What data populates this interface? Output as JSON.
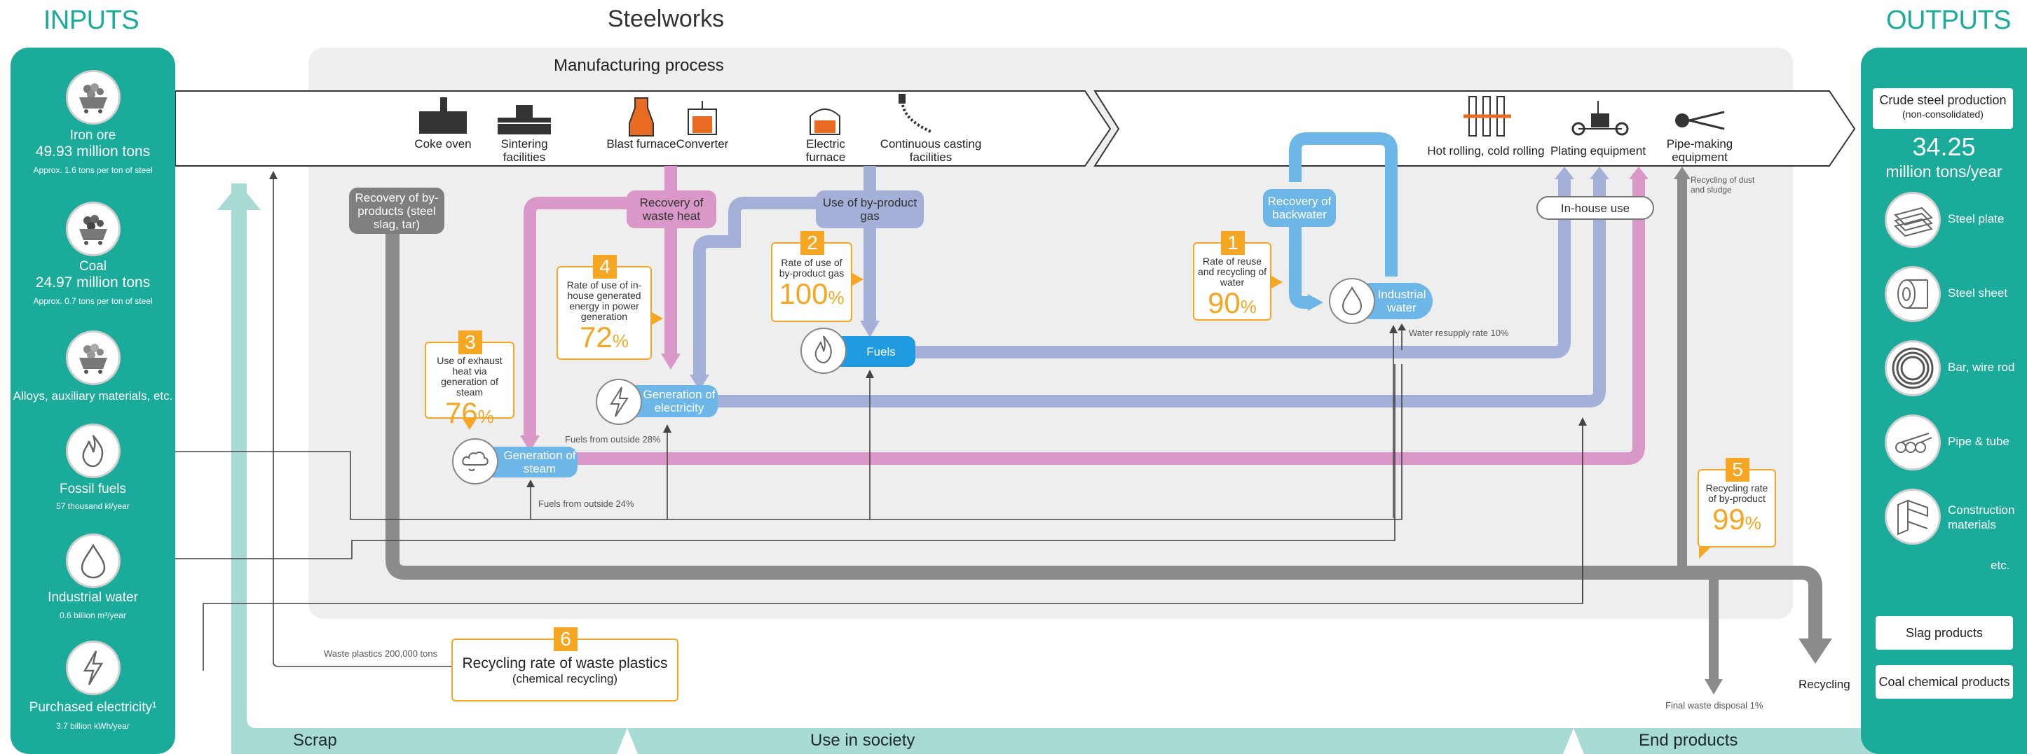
{
  "headers": {
    "inputs": "INPUTS",
    "steelworks": "Steelworks",
    "outputs": "OUTPUTS",
    "manufacturing": "Manufacturing process"
  },
  "inputs": [
    {
      "icon": "iron-ore-cart-icon",
      "name": "Iron ore",
      "value": "49.93 million tons",
      "note": "Approx. 1.6 tons per ton of steel"
    },
    {
      "icon": "coal-cart-icon",
      "name": "Coal",
      "value": "24.97 million tons",
      "note": "Approx. 0.7 tons per ton of steel"
    },
    {
      "icon": "alloys-cart-icon",
      "name": "Alloys, auxiliary materials, etc.",
      "value": "",
      "note": ""
    },
    {
      "icon": "flame-icon",
      "name": "Fossil fuels",
      "value": "",
      "note": "57 thousand kl/year"
    },
    {
      "icon": "water-drop-icon",
      "name": "Industrial water",
      "value": "",
      "note": "0.6 billion m³/year"
    },
    {
      "icon": "lightning-icon",
      "name": "Purchased electricity¹",
      "value": "",
      "note": "3.7 billion kWh/year"
    }
  ],
  "processes": [
    {
      "name": "Coke oven",
      "icon": "coke-oven-icon"
    },
    {
      "name": "Sintering facilities",
      "icon": "sintering-icon"
    },
    {
      "name": "Blast furnace",
      "icon": "blast-furnace-icon"
    },
    {
      "name": "Converter",
      "icon": "converter-icon"
    },
    {
      "name": "Electric furnace",
      "icon": "electric-furnace-icon"
    },
    {
      "name": "Continuous casting facilities",
      "icon": "casting-icon"
    },
    {
      "name": "Hot rolling, cold rolling",
      "icon": "rolling-icon"
    },
    {
      "name": "Plating equipment",
      "icon": "plating-icon"
    },
    {
      "name": "Pipe-making equipment",
      "icon": "pipe-making-icon"
    }
  ],
  "tags": {
    "byproducts": "Recovery of by-products (steel slag, tar)",
    "waste_heat": "Recovery of waste heat",
    "byproduct_gas": "Use of by-product gas",
    "backwater": "Recovery of backwater",
    "fuels": "Fuels",
    "gen_electricity": "Generation of electricity",
    "gen_steam": "Generation of steam",
    "industrial_water": "Industrial water",
    "inhouse": "In-house use"
  },
  "rates": [
    {
      "num": "1",
      "text": "Rate of reuse and recycling of water",
      "value": "90",
      "unit": "%"
    },
    {
      "num": "2",
      "text": "Rate of use of by-product gas",
      "value": "100",
      "unit": "%"
    },
    {
      "num": "3",
      "text": "Use of exhaust heat via generation of steam",
      "value": "76",
      "unit": "%"
    },
    {
      "num": "4",
      "text": "Rate of use of in-house generated energy in power generation",
      "value": "72",
      "unit": "%"
    },
    {
      "num": "5",
      "text": "Recycling rate of by-product",
      "value": "99",
      "unit": "%"
    },
    {
      "num": "6",
      "text": "Recycling rate of waste plastics",
      "sub": "(chemical recycling)"
    }
  ],
  "notes": {
    "water_resupply": "Water resupply rate 10%",
    "fuels_outside_28": "Fuels from outside 28%",
    "fuels_outside_24": "Fuels from outside 24%",
    "dust_sludge": "Recycling of dust and sludge",
    "waste_plastics": "Waste plastics 200,000 tons",
    "final_waste": "Final waste disposal 1%",
    "recycling": "Recycling"
  },
  "outputs": {
    "crude_title": "Crude steel production",
    "crude_sub": "(non-consolidated)",
    "crude_value": "34.25",
    "crude_unit": "million tons/year",
    "products": [
      {
        "name": "Steel plate",
        "icon": "steel-plate-icon"
      },
      {
        "name": "Steel sheet",
        "icon": "steel-sheet-icon"
      },
      {
        "name": "Bar, wire rod",
        "icon": "wire-rod-icon"
      },
      {
        "name": "Pipe & tube",
        "icon": "pipe-tube-icon"
      },
      {
        "name": "Construction materials",
        "icon": "construction-icon"
      }
    ],
    "etc": "etc.",
    "slag": "Slag products",
    "coal_chem": "Coal chemical products"
  },
  "bands": {
    "scrap": "Scrap",
    "society": "Use in society",
    "end": "End products"
  },
  "colors": {
    "teal": "#1aab9b",
    "lightteal": "#a8dbd3",
    "pink": "#d998c8",
    "blue": "#6cb6e8",
    "lavender": "#a4b0d8",
    "gray": "#8b8b8b",
    "orange": "#f5a623",
    "fuels": "#1e9be0"
  }
}
